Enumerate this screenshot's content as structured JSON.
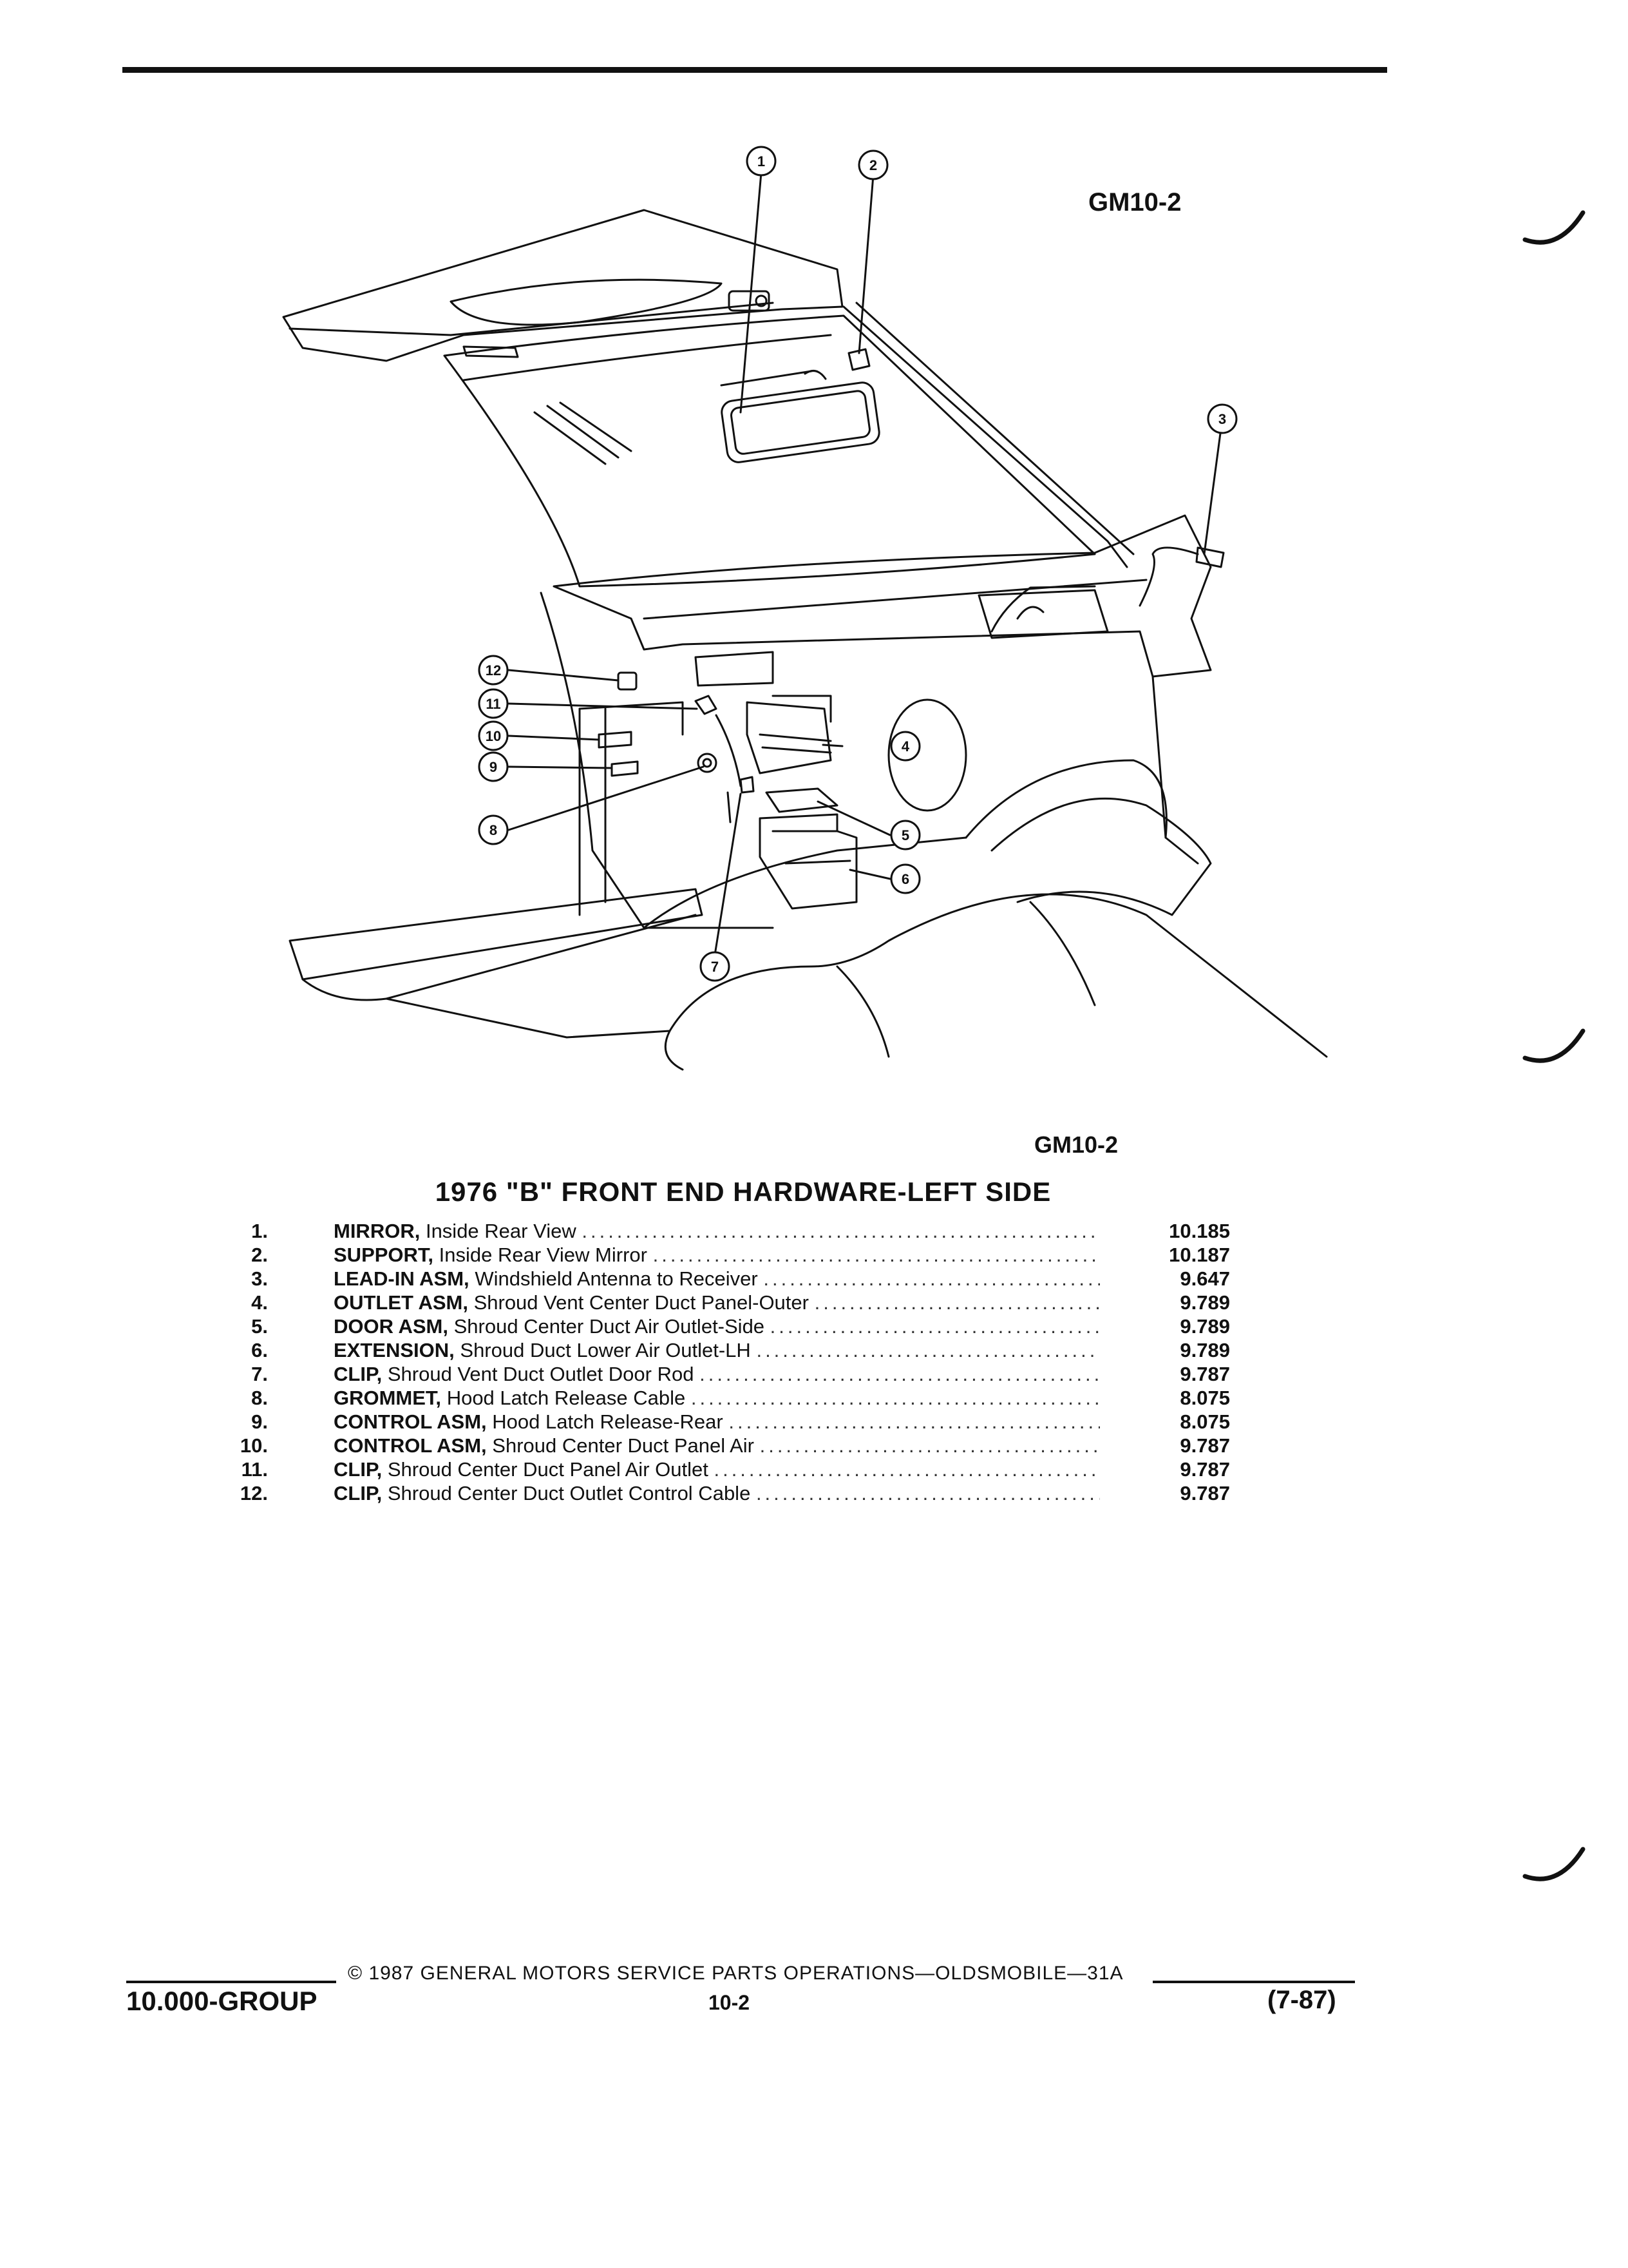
{
  "figure_code": "GM10-2",
  "title": "1976 \"B\" FRONT END HARDWARE-LEFT SIDE",
  "diagram_callouts": [
    "1",
    "2",
    "3",
    "4",
    "5",
    "6",
    "7",
    "8",
    "9",
    "10",
    "11",
    "12"
  ],
  "parts": [
    {
      "num": "1.",
      "name": "MIRROR,",
      "detail": "Inside Rear View",
      "ref": "10.185"
    },
    {
      "num": "2.",
      "name": "SUPPORT,",
      "detail": "Inside Rear View Mirror",
      "ref": "10.187"
    },
    {
      "num": "3.",
      "name": "LEAD-IN ASM,",
      "detail": "Windshield Antenna to Receiver",
      "ref": "9.647"
    },
    {
      "num": "4.",
      "name": "OUTLET ASM,",
      "detail": "Shroud Vent Center Duct Panel-Outer",
      "ref": "9.789"
    },
    {
      "num": "5.",
      "name": "DOOR ASM,",
      "detail": "Shroud Center Duct Air Outlet-Side",
      "ref": "9.789"
    },
    {
      "num": "6.",
      "name": "EXTENSION,",
      "detail": "Shroud Duct Lower Air Outlet-LH",
      "ref": "9.789"
    },
    {
      "num": "7.",
      "name": "CLIP,",
      "detail": "Shroud Vent Duct Outlet Door Rod",
      "ref": "9.787"
    },
    {
      "num": "8.",
      "name": "GROMMET,",
      "detail": "Hood Latch Release Cable",
      "ref": "8.075"
    },
    {
      "num": "9.",
      "name": "CONTROL ASM,",
      "detail": "Hood Latch Release-Rear",
      "ref": "8.075"
    },
    {
      "num": "10.",
      "name": "CONTROL ASM,",
      "detail": "Shroud Center Duct Panel Air",
      "ref": "9.787"
    },
    {
      "num": "11.",
      "name": "CLIP,",
      "detail": "Shroud Center Duct Panel Air Outlet",
      "ref": "9.787"
    },
    {
      "num": "12.",
      "name": "CLIP,",
      "detail": "Shroud Center Duct Outlet Control Cable",
      "ref": "9.787"
    }
  ],
  "footer": {
    "copyright": "© 1987 GENERAL MOTORS SERVICE PARTS OPERATIONS—OLDSMOBILE—31A",
    "group": "10.000-GROUP",
    "page": "10-2",
    "revision": "(7-87)"
  }
}
